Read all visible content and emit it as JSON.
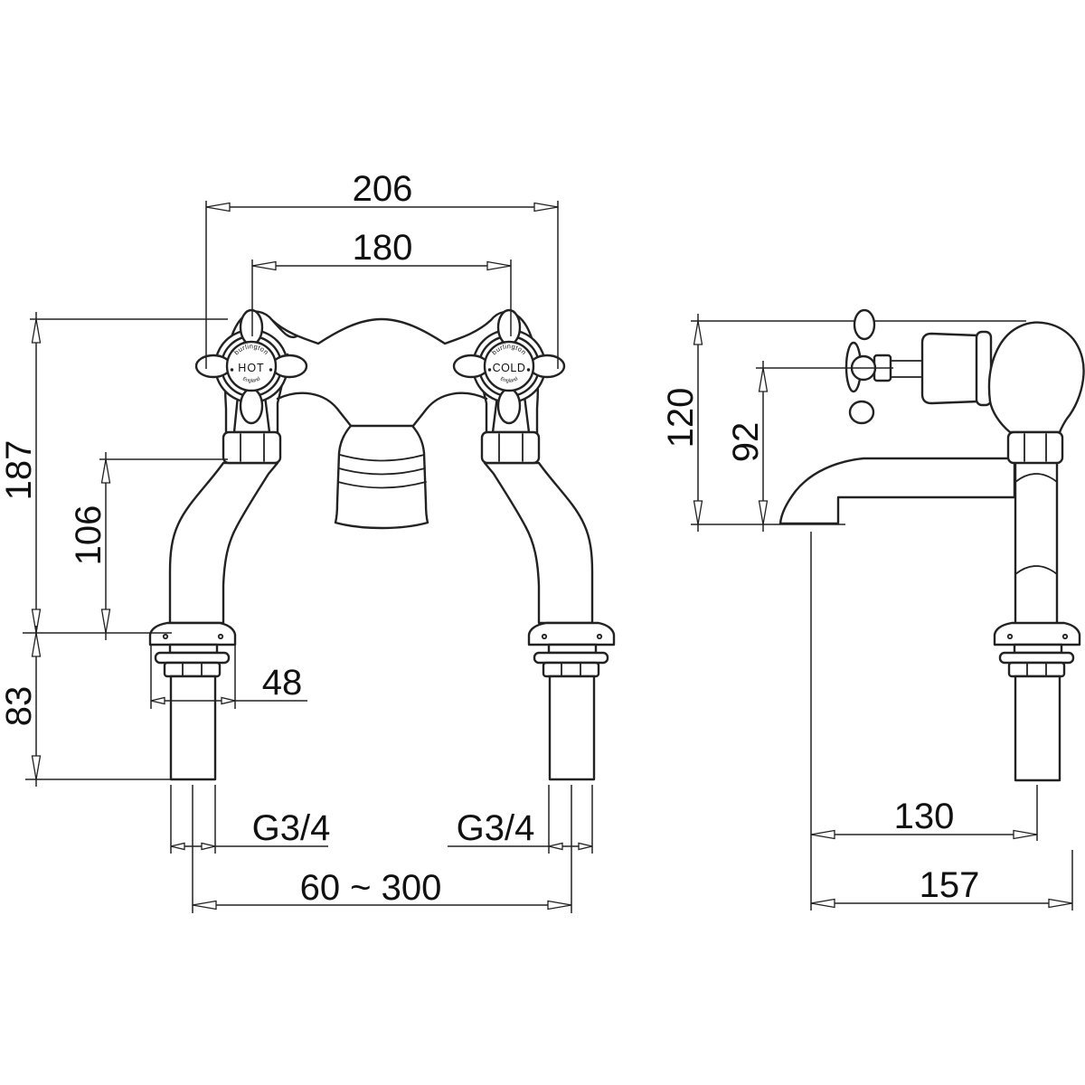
{
  "drawing": {
    "background": "#ffffff",
    "line_color": "#222222",
    "front_view": {
      "name": "front-elevation",
      "handles": {
        "left": {
          "brand": "burlington",
          "label": "HOT",
          "origin": "England"
        },
        "right": {
          "brand": "burlington",
          "label": "COLD",
          "origin": "England"
        }
      },
      "dimensions": {
        "overall_width": "206",
        "handle_centres": "180",
        "body_height": "187",
        "underbody_height": "106",
        "tail_length": "83",
        "flange_width": "48",
        "thread_size_left": "G3/4",
        "thread_size_right": "G3/4",
        "tail_centres_range": "60 ~ 300"
      }
    },
    "side_view": {
      "name": "side-elevation",
      "dimensions": {
        "overall_height": "120",
        "spout_height": "92",
        "spout_reach": "130",
        "overall_depth": "157"
      }
    }
  }
}
